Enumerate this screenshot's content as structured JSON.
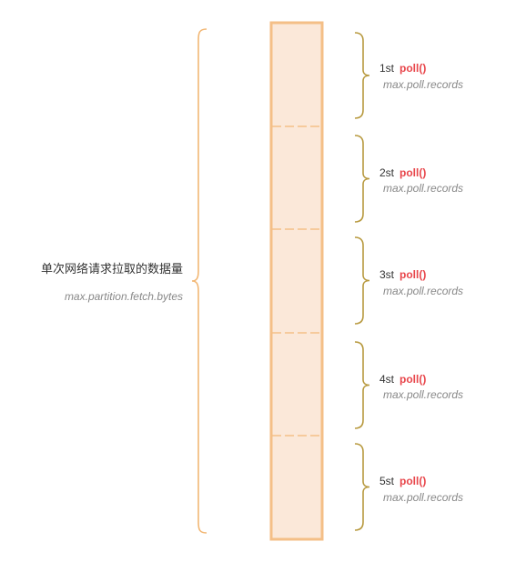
{
  "colors": {
    "bar_fill": "#fbe8d9",
    "bar_stroke": "#f4bf87",
    "left_brace": "#f2b774",
    "right_brace": "#b89a40",
    "accent_red": "#e8464b",
    "text_dark": "#333333",
    "text_gray": "#888888"
  },
  "left": {
    "title": "单次网络请求拉取的数据量",
    "param": "max.partition.fetch.bytes"
  },
  "polls": [
    {
      "ordinal": "1st",
      "fn": "poll()",
      "param": "max.poll.records"
    },
    {
      "ordinal": "2st",
      "fn": "poll()",
      "param": "max.poll.records"
    },
    {
      "ordinal": "3st",
      "fn": "poll()",
      "param": "max.poll.records"
    },
    {
      "ordinal": "4st",
      "fn": "poll()",
      "param": "max.poll.records"
    },
    {
      "ordinal": "5st",
      "fn": "poll()",
      "param": "max.poll.records"
    }
  ]
}
